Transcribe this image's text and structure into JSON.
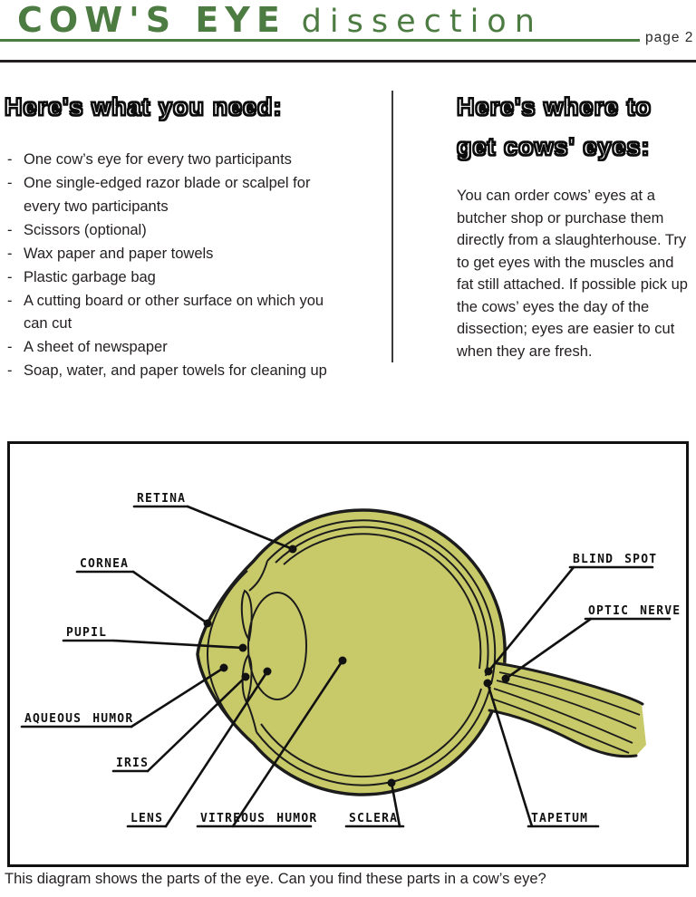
{
  "header": {
    "title_main": "COW'S EYE",
    "title_sub": "dissection",
    "page_number": "page 2"
  },
  "needs": {
    "heading": "Here's what you need:",
    "items": [
      "One cow’s eye for every two participants",
      "One single-edged razor blade or scalpel for every two participants",
      "Scissors (optional)",
      "Wax paper and paper towels",
      "Plastic garbage bag",
      "A cutting board or other surface on which you can cut",
      "A sheet of newspaper",
      "Soap, water, and paper towels for cleaning up"
    ]
  },
  "source": {
    "heading": "Here's where to get cows' eyes:",
    "paragraph": "You can order cows’ eyes at a butcher shop or purchase them directly from a slaughterhouse. Try to get eyes with the muscles and fat still attached. If possible pick up the cows’ eyes the day of the dissection; eyes are easier to cut when they are fresh."
  },
  "diagram": {
    "caption": "This diagram shows the parts of the eye. Can you find these parts in a cow’s eye?",
    "colors": {
      "eye_fill": "#c8ca6a",
      "outline": "#1c1c1c",
      "accent_green": "#4d7c42"
    },
    "labels": [
      {
        "text": "RETINA"
      },
      {
        "text": "CORNEA"
      },
      {
        "text": "PUPIL"
      },
      {
        "text": "AQUEOUS HUMOR"
      },
      {
        "text": "IRIS"
      },
      {
        "text": "LENS"
      },
      {
        "text": "VITREOUS HUMOR"
      },
      {
        "text": "SCLERA"
      },
      {
        "text": "TAPETUM"
      },
      {
        "text": "BLIND SPOT"
      },
      {
        "text": "OPTIC NERVE"
      }
    ]
  }
}
